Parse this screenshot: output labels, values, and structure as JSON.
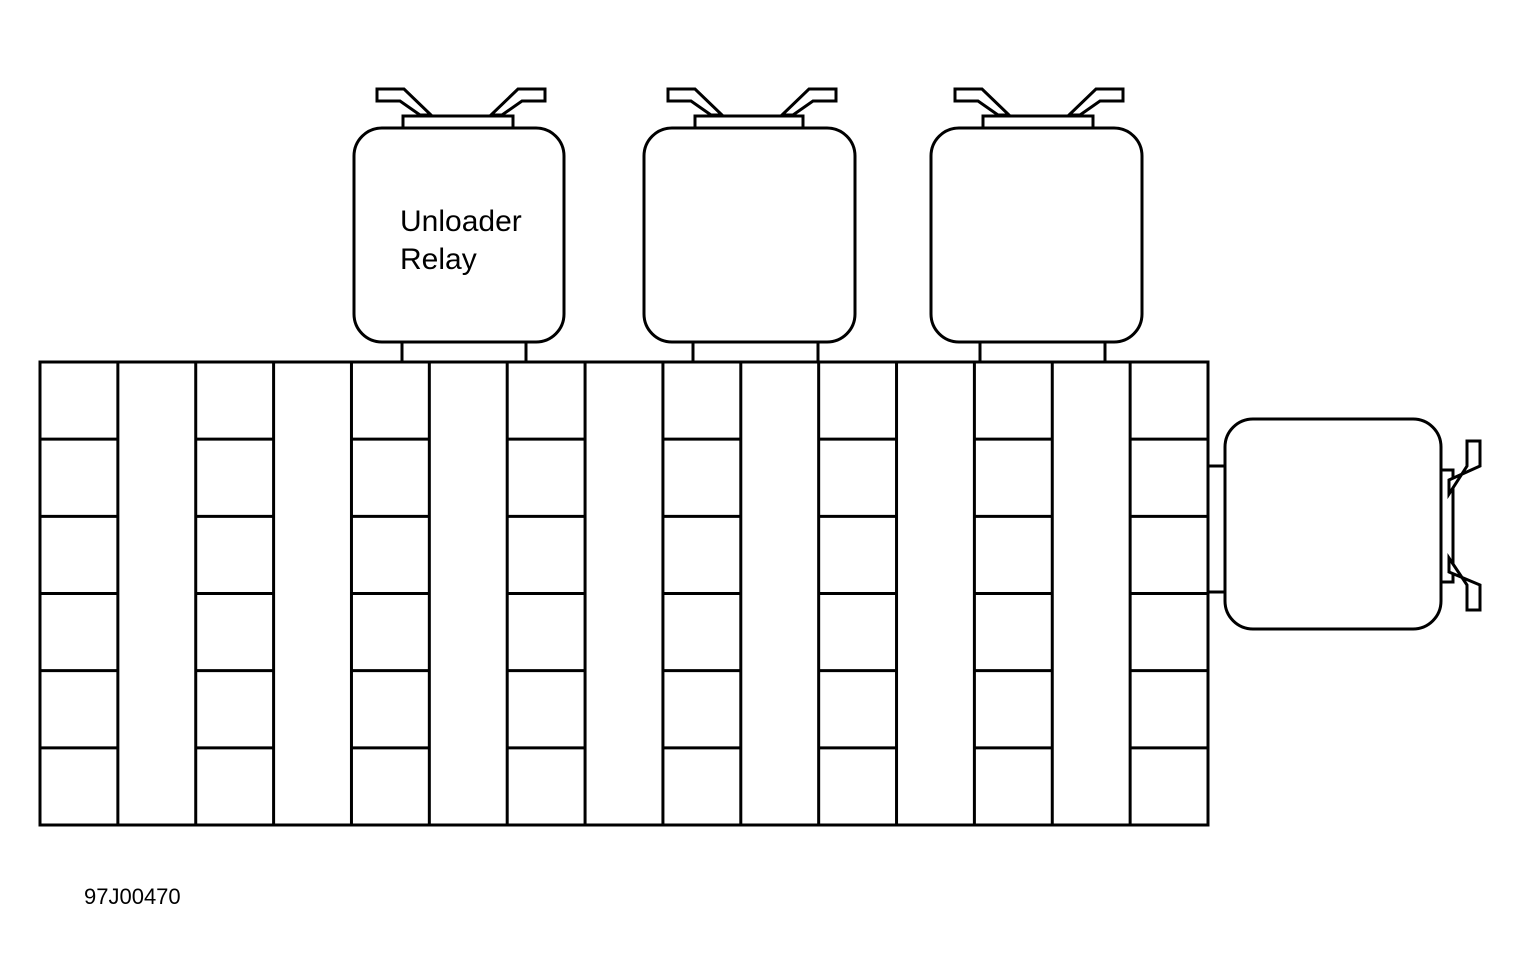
{
  "diagram": {
    "relays": [
      {
        "label_lines": [
          "Unloader",
          "Relay"
        ]
      },
      {
        "label_lines": []
      },
      {
        "label_lines": []
      },
      {
        "label_lines": []
      }
    ],
    "fuse_block": {
      "columns": 15,
      "rows": 6
    },
    "figure_id": "97J00470"
  }
}
